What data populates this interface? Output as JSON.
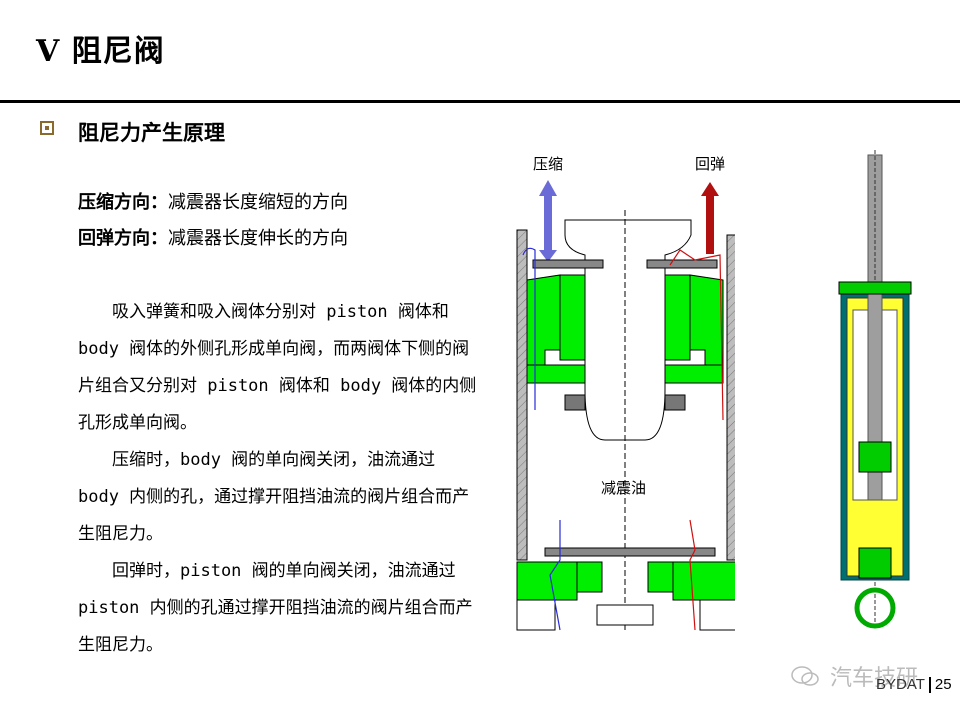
{
  "header": {
    "title": "V 阻尼阀"
  },
  "section": {
    "title": "阻尼力产生原理"
  },
  "definitions": [
    {
      "term": "压缩方向：",
      "desc": "减震器长度缩短的方向"
    },
    {
      "term": "回弹方向：",
      "desc": "减震器长度伸长的方向"
    }
  ],
  "paragraphs": [
    "吸入弹簧和吸入阀体分别对 piston 阀体和 body 阀体的外侧孔形成单向阀，而两阀体下侧的阀片组合又分别对 piston 阀体和 body 阀体的内侧孔形成单向阀。",
    "压缩时，body 阀的单向阀关闭，油流通过 body 内侧的孔，通过撑开阻挡油流的阀片组合而产生阻尼力。",
    "回弹时，piston 阀的单向阀关闭，油流通过 piston 内侧的孔通过撑开阻挡油流的阀片组合而产生阻尼力。"
  ],
  "diagram": {
    "compression_label": "压缩",
    "rebound_label": "回弹",
    "oil_label": "减震油",
    "colors": {
      "compression": "#6b6bd8",
      "rebound": "#b01010",
      "valve": "#00ee00",
      "body": "#a0a0a0",
      "fluid": "#ffff00"
    }
  },
  "watermark": {
    "text": "汽车技研"
  },
  "footer": {
    "brand": "BYDAT",
    "page": "25"
  }
}
